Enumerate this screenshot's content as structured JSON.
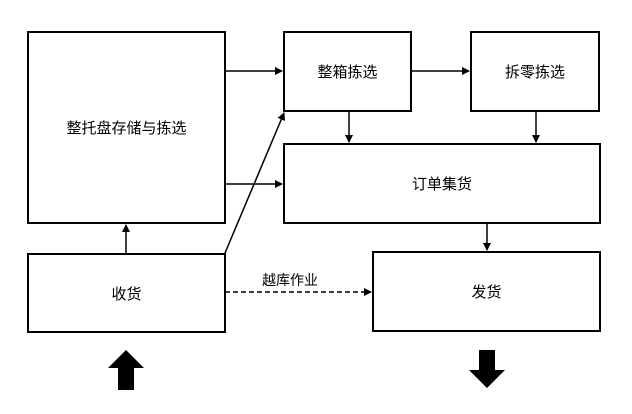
{
  "nodes": {
    "pallet_storage": "整托盘存储与拣选",
    "case_picking": "整箱拣选",
    "piece_picking": "拆零拣选",
    "order_consolidation": "订单集货",
    "receiving": "收货",
    "shipping": "发货"
  },
  "edges": {
    "cross_dock": "越库作业"
  }
}
